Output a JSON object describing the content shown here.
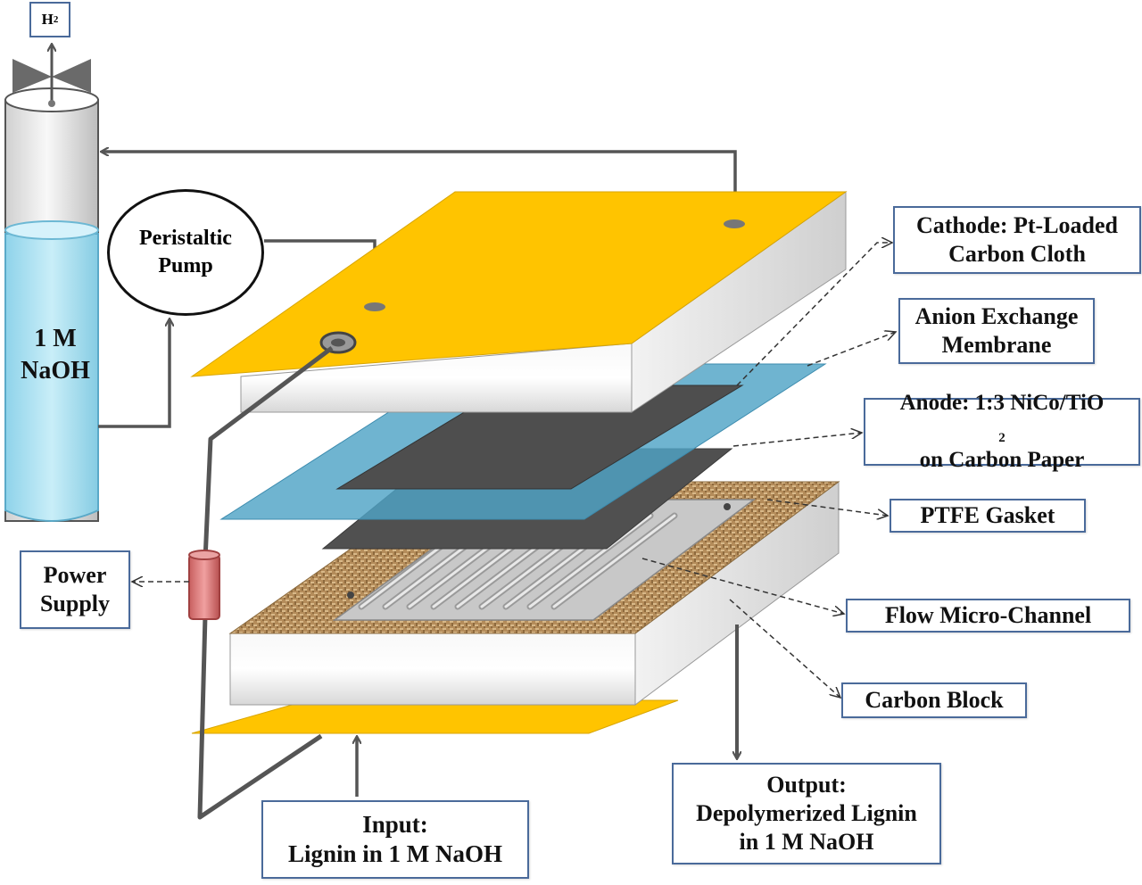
{
  "gas_label": {
    "main": "H",
    "sub": "2"
  },
  "reservoir_label": {
    "line1": "1 M",
    "line2": "NaOH"
  },
  "pump_label": {
    "line1": "Peristaltic",
    "line2": "Pump"
  },
  "labels": {
    "cathode": {
      "line1": "Cathode: Pt-Loaded",
      "line2": "Carbon Cloth"
    },
    "membrane": {
      "line1": "Anion Exchange",
      "line2": "Membrane"
    },
    "anode": {
      "line1": "Anode: 1:3 NiCo/TiO",
      "line1_sub": "2",
      "line2": "on Carbon Paper"
    },
    "gasket": {
      "line1": "PTFE Gasket"
    },
    "channel": {
      "line1": "Flow Micro-Channel"
    },
    "block": {
      "line1": "Carbon Block"
    },
    "power": {
      "line1": "Power",
      "line2": "Supply"
    },
    "input": {
      "line1": "Input:",
      "line2": "Lignin in 1 M NaOH"
    },
    "output": {
      "line1": "Output:",
      "line2": "Depolymerized Lignin",
      "line3": "in 1 M NaOH"
    }
  },
  "colors": {
    "plate": "#ffc400",
    "membrane": "#4fa3c6",
    "electrode": "#555555",
    "gasket": "#b08a55",
    "electrolyte": "#a9e0f0",
    "power_supply": "#d98080",
    "wire": "#555555",
    "label_border": "#4a6a9a"
  }
}
